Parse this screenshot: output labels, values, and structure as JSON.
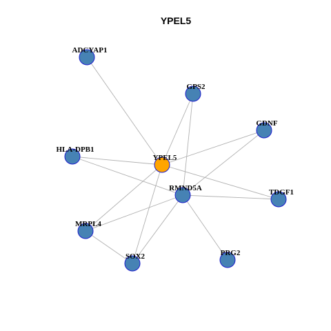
{
  "title": "YPEL5",
  "colors": {
    "hub_fill": "#FFA500",
    "node_fill": "#4682B4",
    "node_stroke": "#1C1CCC",
    "hub_stroke": "#1C1CCC",
    "edge": "#B0B0B0",
    "label": "#000000"
  },
  "nodes": [
    {
      "id": "YPEL5",
      "label": "YPEL5",
      "hub": true
    },
    {
      "id": "ADCYAP1",
      "label": "ADCYAP1",
      "hub": false
    },
    {
      "id": "GPS2",
      "label": "GPS2",
      "hub": false
    },
    {
      "id": "GDNF",
      "label": "GDNF",
      "hub": false
    },
    {
      "id": "HLA-DPB1",
      "label": "HLA-DPB1",
      "hub": false
    },
    {
      "id": "RMND5A",
      "label": "RMND5A",
      "hub": false
    },
    {
      "id": "TDGF1",
      "label": "TDGF1",
      "hub": false
    },
    {
      "id": "MRPL4",
      "label": "MRPL4",
      "hub": false
    },
    {
      "id": "SOX2",
      "label": "SOX2",
      "hub": false
    },
    {
      "id": "PRG2",
      "label": "PRG2",
      "hub": false
    }
  ],
  "edges": [
    [
      "ADCYAP1",
      "YPEL5"
    ],
    [
      "GPS2",
      "YPEL5"
    ],
    [
      "GPS2",
      "RMND5A"
    ],
    [
      "GDNF",
      "YPEL5"
    ],
    [
      "GDNF",
      "RMND5A"
    ],
    [
      "HLA-DPB1",
      "YPEL5"
    ],
    [
      "HLA-DPB1",
      "RMND5A"
    ],
    [
      "YPEL5",
      "TDGF1"
    ],
    [
      "YPEL5",
      "MRPL4"
    ],
    [
      "YPEL5",
      "SOX2"
    ],
    [
      "RMND5A",
      "TDGF1"
    ],
    [
      "RMND5A",
      "MRPL4"
    ],
    [
      "RMND5A",
      "SOX2"
    ],
    [
      "RMND5A",
      "PRG2"
    ],
    [
      "MRPL4",
      "SOX2"
    ]
  ]
}
